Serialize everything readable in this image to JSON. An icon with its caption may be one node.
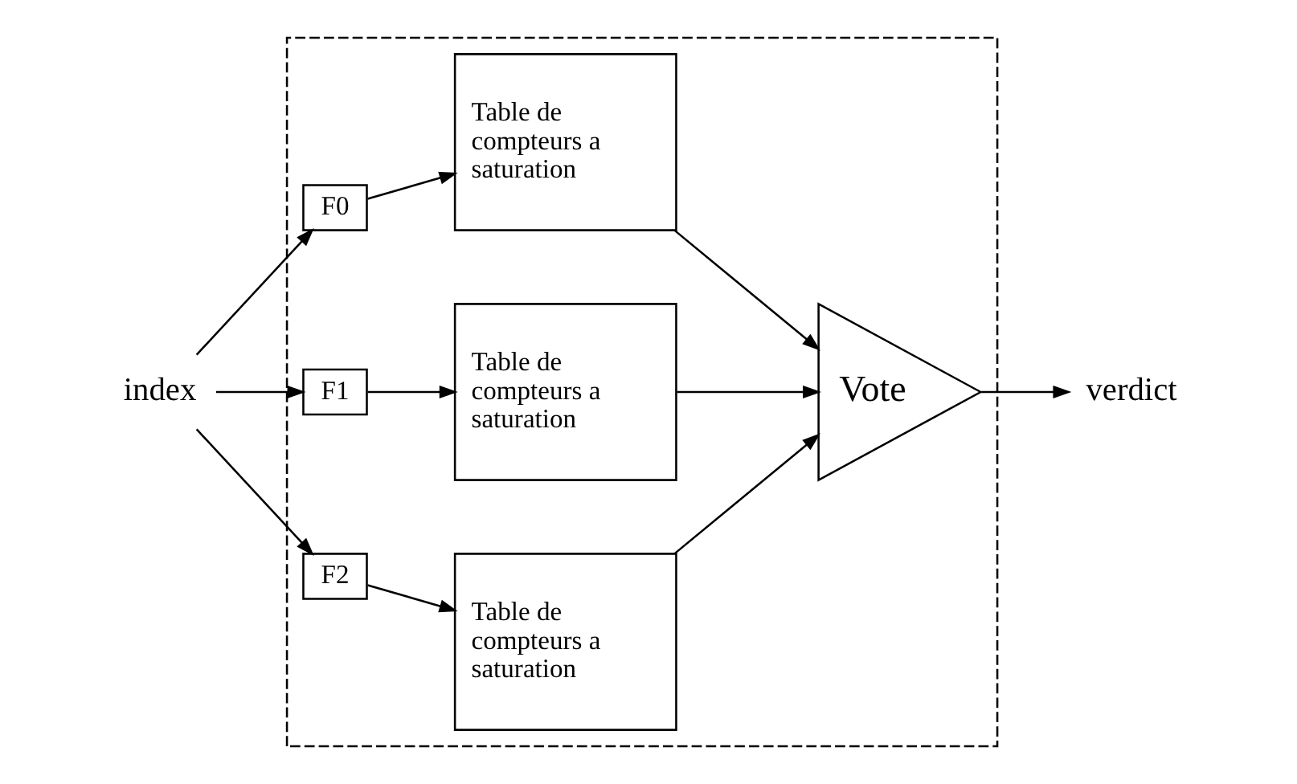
{
  "diagram": {
    "nodes": [
      {
        "text": [],
        "shape": "box"
      },
      {
        "text": [
          "index"
        ]
      },
      {
        "text": [
          "F0"
        ],
        "in": 0
      },
      {
        "text": [
          "F1"
        ],
        "in": 0
      },
      {
        "text": [
          "F2"
        ],
        "in": 0
      },
      {
        "text": [
          "Table de compteurs a saturation"
        ],
        "in": 0
      },
      {
        "text": [
          "Table de compteurs a saturation"
        ],
        "in": 0
      },
      {
        "text": [
          "Table de compteurs a saturation"
        ],
        "in": 0
      },
      {
        "text": [
          "Vote"
        ],
        "in": 0
      },
      {
        "text": [
          "verdict"
        ]
      }
    ],
    "edges": [
      {
        "from": 1,
        "to": 2,
        "arrow": "to"
      },
      {
        "from": 1,
        "to": 3,
        "arrow": "to"
      },
      {
        "from": 1,
        "to": 4,
        "arrow": "to"
      },
      {
        "from": 2,
        "to": 5,
        "arrow": "to"
      },
      {
        "from": 3,
        "to": 6,
        "arrow": "to"
      },
      {
        "from": 4,
        "to": 7,
        "arrow": "to"
      },
      {
        "from": 5,
        "to": 8,
        "arrow": "to"
      },
      {
        "from": 6,
        "to": 8,
        "arrow": "to"
      },
      {
        "from": 7,
        "to": 8,
        "arrow": "to"
      },
      {
        "from": 8,
        "to": 9,
        "arrow": "to"
      }
    ]
  }
}
